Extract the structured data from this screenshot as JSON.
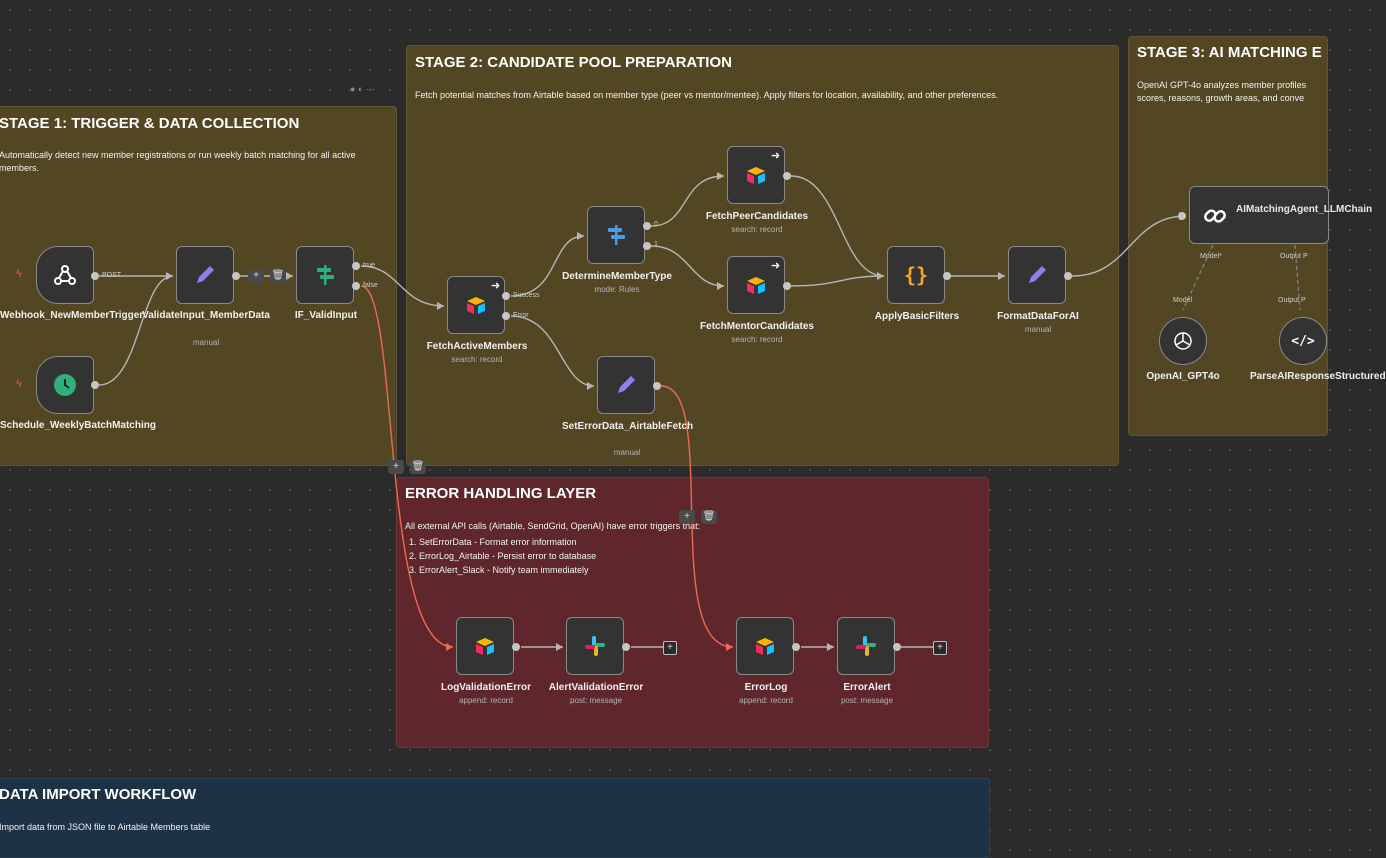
{
  "stage1": {
    "title": "STAGE 1: TRIGGER & DATA COLLECTION",
    "desc": "Automatically detect new member registrations or run weekly batch matching for all active members."
  },
  "stage2": {
    "title": "STAGE 2: CANDIDATE POOL PREPARATION",
    "desc": "Fetch potential matches from Airtable based on member type (peer vs mentor/mentee). Apply filters for location, availability, and other preferences."
  },
  "stage3": {
    "title": "STAGE 3: AI MATCHING E",
    "desc": "OpenAI GPT-4o analyzes member profiles scores, reasons, growth areas, and conve"
  },
  "error": {
    "title": "ERROR HANDLING LAYER",
    "desc": "All external API calls (Airtable, SendGrid, OpenAI) have error triggers that:",
    "items": [
      "SetErrorData - Format error information",
      "ErrorLog_Airtable - Persist error to database",
      "ErrorAlert_Slack - Notify team immediately"
    ]
  },
  "import": {
    "title": "DATA IMPORT WORKFLOW",
    "desc": "Import data from JSON file to Airtable Members table"
  },
  "nodes": {
    "webhook": {
      "name": "Webhook_NewMemberTrigger",
      "port": "POST"
    },
    "schedule": {
      "name": "Schedule_WeeklyBatchMatching"
    },
    "validate": {
      "name": "ValidateInput_MemberData",
      "sub": "manual"
    },
    "ifvalid": {
      "name": "IF_ValidInput",
      "true": "true",
      "false": "false"
    },
    "fetchactive": {
      "name": "FetchActiveMembers",
      "sub": "search: record",
      "success": "Success",
      "error": "Error"
    },
    "determine": {
      "name": "DetermineMemberType",
      "sub": "mode: Rules",
      "o0": "0",
      "o1": "1"
    },
    "peer": {
      "name": "FetchPeerCandidates",
      "sub": "search: record"
    },
    "mentor": {
      "name": "FetchMentorCandidates",
      "sub": "search: record"
    },
    "seterror": {
      "name": "SetErrorData_AirtableFetch",
      "sub": "manual"
    },
    "filters": {
      "name": "ApplyBasicFilters"
    },
    "format": {
      "name": "FormatDataForAI",
      "sub": "manual"
    },
    "aiagent": {
      "name": "AIMatchingAgent_LLMChain",
      "model": "Model*",
      "output": "Output P"
    },
    "openai": {
      "name": "OpenAI_GPT4o",
      "model": "Model"
    },
    "parse": {
      "name": "ParseAIResponseStructured",
      "output": "Output P"
    },
    "logval": {
      "name": "LogValidationError",
      "sub": "append: record"
    },
    "alertval": {
      "name": "AlertValidationError",
      "sub": "post: message"
    },
    "errlog": {
      "name": "ErrorLog",
      "sub": "append: record"
    },
    "erralert": {
      "name": "ErrorAlert",
      "sub": "post: message"
    }
  },
  "icons": {
    "webhook": "webhook-icon",
    "schedule": "clock-icon",
    "pencil": "pencil-icon",
    "if": "signpost-icon",
    "airtable": "airtable-icon",
    "switch": "signpost-icon",
    "braces": "code-braces-icon",
    "link": "chain-link-icon",
    "openai": "openai-icon",
    "code": "code-tag-icon",
    "slack": "slack-icon"
  },
  "colors": {
    "stage": "#534623",
    "error": "#5f272b",
    "import": "#1e3246",
    "errorEdge": "#e86a56",
    "edge": "#b5b5b5"
  }
}
